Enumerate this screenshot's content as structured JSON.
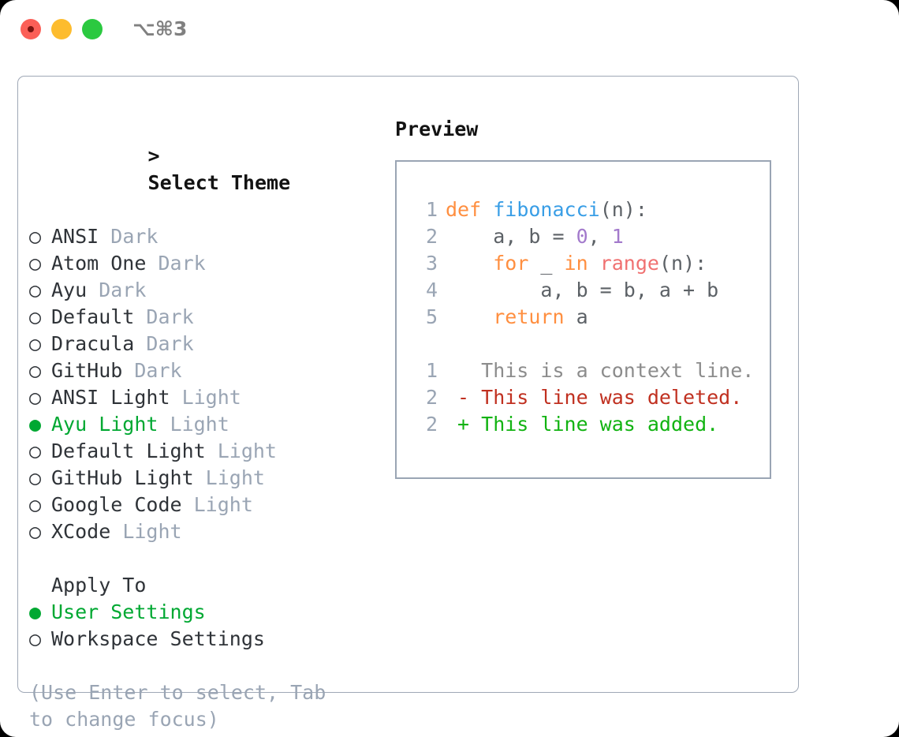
{
  "titlebar": {
    "shortcut": "⌥⌘3",
    "buttons": {
      "close": "close-window",
      "minimize": "minimize-window",
      "maximize": "maximize-window"
    }
  },
  "colors": {
    "accent_green": "#00a832",
    "muted_gray": "#9aa5b4",
    "text": "#2f3338",
    "border": "#9fa8b6",
    "keyword_orange": "#ff8f40",
    "function_blue": "#399ee6",
    "number_purple": "#a37acc",
    "builtin_red": "#f07171",
    "diff_delete": "#c03020",
    "diff_add": "#12b312"
  },
  "theme_section": {
    "caret": ">",
    "heading": "Select Theme",
    "marker_selected": "●",
    "marker_unselected": "○",
    "items": [
      {
        "label": "ANSI",
        "tag": "Dark",
        "selected": false
      },
      {
        "label": "Atom One",
        "tag": "Dark",
        "selected": false
      },
      {
        "label": "Ayu",
        "tag": "Dark",
        "selected": false
      },
      {
        "label": "Default",
        "tag": "Dark",
        "selected": false
      },
      {
        "label": "Dracula",
        "tag": "Dark",
        "selected": false
      },
      {
        "label": "GitHub",
        "tag": "Dark",
        "selected": false
      },
      {
        "label": "ANSI Light",
        "tag": "Light",
        "selected": false
      },
      {
        "label": "Ayu Light",
        "tag": "Light",
        "selected": true
      },
      {
        "label": "Default Light",
        "tag": "Light",
        "selected": false
      },
      {
        "label": "GitHub Light",
        "tag": "Light",
        "selected": false
      },
      {
        "label": "Google Code",
        "tag": "Light",
        "selected": false
      },
      {
        "label": "XCode",
        "tag": "Light",
        "selected": false
      }
    ]
  },
  "apply_section": {
    "heading": "Apply To",
    "items": [
      {
        "label": "User Settings",
        "selected": true
      },
      {
        "label": "Workspace Settings",
        "selected": false
      }
    ]
  },
  "hint": "(Use Enter to select, Tab to change focus)",
  "preview": {
    "title": "Preview",
    "code_lines": [
      {
        "num": "1",
        "segments": [
          {
            "text": "def ",
            "style": "tok-kw"
          },
          {
            "text": "fibonacci",
            "style": "tok-fn"
          },
          {
            "text": "(n):",
            "style": "tok-pl"
          }
        ]
      },
      {
        "num": "2",
        "segments": [
          {
            "text": "    a, b = ",
            "style": "tok-pl"
          },
          {
            "text": "0",
            "style": "tok-num"
          },
          {
            "text": ", ",
            "style": "tok-pl"
          },
          {
            "text": "1",
            "style": "tok-num"
          }
        ]
      },
      {
        "num": "3",
        "segments": [
          {
            "text": "    ",
            "style": "tok-pl"
          },
          {
            "text": "for",
            "style": "tok-kw"
          },
          {
            "text": " _ ",
            "style": "tok-pl"
          },
          {
            "text": "in",
            "style": "tok-kw"
          },
          {
            "text": " ",
            "style": "tok-pl"
          },
          {
            "text": "range",
            "style": "tok-bi"
          },
          {
            "text": "(n):",
            "style": "tok-pl"
          }
        ]
      },
      {
        "num": "4",
        "segments": [
          {
            "text": "        a, b = b, a + b",
            "style": "tok-pl"
          }
        ]
      },
      {
        "num": "5",
        "segments": [
          {
            "text": "    ",
            "style": "tok-pl"
          },
          {
            "text": "return",
            "style": "tok-kw"
          },
          {
            "text": " a",
            "style": "tok-pl"
          }
        ]
      }
    ],
    "diff_lines": [
      {
        "num": "1",
        "text": "   This is a context line.",
        "style": "tok-ctx"
      },
      {
        "num": "2",
        "text": " - This line was deleted.",
        "style": "tok-del"
      },
      {
        "num": "2",
        "text": " + This line was added.",
        "style": "tok-add"
      }
    ]
  }
}
